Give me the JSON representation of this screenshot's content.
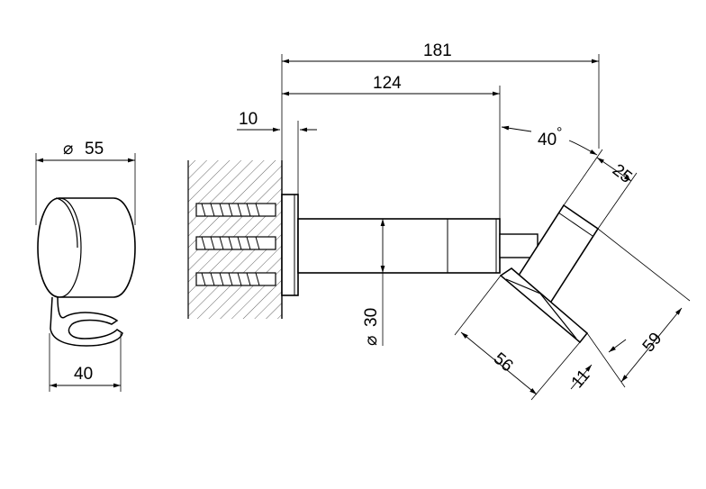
{
  "drawing": {
    "stroke_color": "#000000",
    "background": "#ffffff",
    "hatch_color": "#555555"
  },
  "dimensions": {
    "diameter_head": "55",
    "width_head": "40",
    "length_total": "181",
    "length_arm": "124",
    "flange_thickness": "10",
    "angle": "40",
    "angle_unit": "°",
    "diameter_arm": "30",
    "holder_depth": "25",
    "holder_length": "56",
    "holder_height": "59",
    "holder_offset": "11",
    "diameter_symbol": "⌀"
  }
}
